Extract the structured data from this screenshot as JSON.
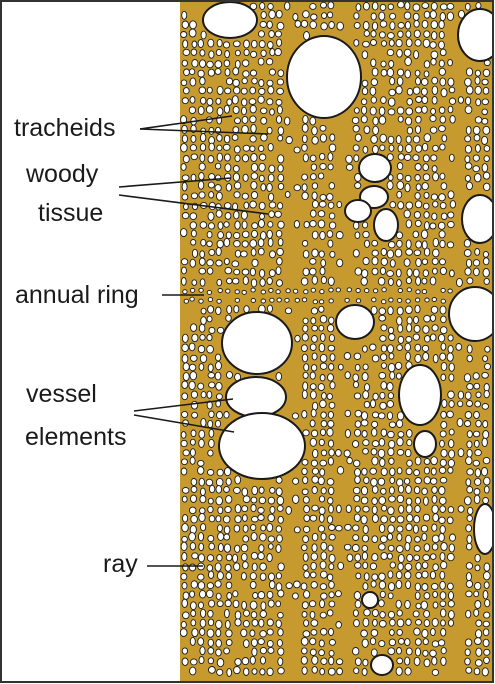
{
  "labels": {
    "tracheids": "tracheids",
    "woody_tissue_1": "woody",
    "woody_tissue_2": "tissue",
    "annual_ring": "annual ring",
    "vessel_elements_1": "vessel",
    "vessel_elements_2": "elements",
    "ray": "ray"
  },
  "colors": {
    "wood": "#c69a2e",
    "cell_lumen": "#ffffff",
    "cell_wall": "#1a1a1a",
    "frame": "#333333"
  }
}
